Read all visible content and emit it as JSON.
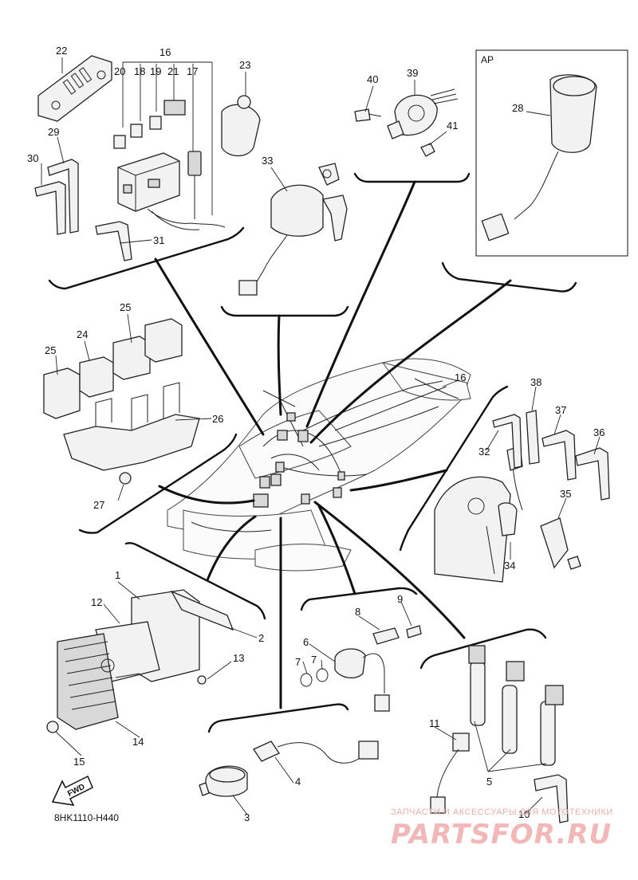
{
  "diagram": {
    "code": "8HK1110-H440",
    "ap_label": "AP",
    "fwd_label": "FWD",
    "watermark_top": "ЗАПЧАСТИ И АКСЕССУАРЫ ДЛЯ МОТОТЕХНИКИ",
    "watermark_bottom": "PARTSFOR.RU",
    "parts": {
      "p1": "1",
      "p2": "2",
      "p3": "3",
      "p4": "4",
      "p5": "5",
      "p6": "6",
      "p7a": "7",
      "p7b": "7",
      "p8": "8",
      "p9": "9",
      "p10": "10",
      "p11": "11",
      "p12": "12",
      "p13": "13",
      "p14": "14",
      "p15": "15",
      "p16a": "16",
      "p16b": "16",
      "p17": "17",
      "p18": "18",
      "p19": "19",
      "p20": "20",
      "p21": "21",
      "p22": "22",
      "p23": "23",
      "p24": "24",
      "p25a": "25",
      "p25b": "25",
      "p26": "26",
      "p27": "27",
      "p28": "28",
      "p29": "29",
      "p30": "30",
      "p31": "31",
      "p32": "32",
      "p33": "33",
      "p34": "34",
      "p35": "35",
      "p36": "36",
      "p37": "37",
      "p38": "38",
      "p39": "39",
      "p40": "40",
      "p41": "41"
    }
  }
}
